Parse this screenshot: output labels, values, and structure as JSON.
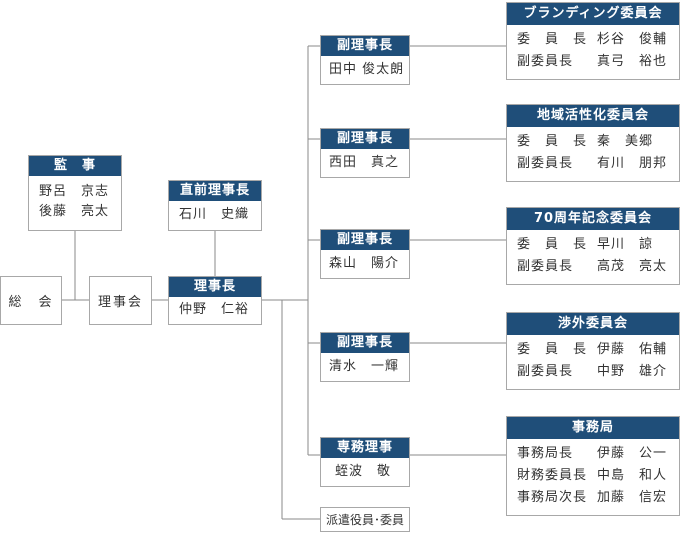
{
  "assembly": "総　会",
  "board": "理事会",
  "auditor": {
    "title": "監　事",
    "members": [
      "野呂　京志",
      "後藤　亮太"
    ]
  },
  "past_president": {
    "title": "直前理事長",
    "name": "石川　史織"
  },
  "president": {
    "title": "理事長",
    "name": "仲野　仁裕"
  },
  "vice_presidents": [
    {
      "title": "副理事長",
      "name": "田中 俊太朗"
    },
    {
      "title": "副理事長",
      "name": "西田　真之"
    },
    {
      "title": "副理事長",
      "name": "森山　陽介"
    },
    {
      "title": "副理事長",
      "name": "清水　一輝"
    }
  ],
  "executive_director": {
    "title": "専務理事",
    "name": "蛭波　敬"
  },
  "dispatched": "派遣役員･委員",
  "committees": [
    {
      "title": "ブランディング委員会",
      "rows": [
        {
          "role": "委　員　長",
          "name": "杉谷　俊輔"
        },
        {
          "role": "副委員長",
          "name": "真弓　裕也"
        }
      ]
    },
    {
      "title": "地域活性化委員会",
      "rows": [
        {
          "role": "委　員　長",
          "name": "秦　美郷"
        },
        {
          "role": "副委員長",
          "name": "有川　朋邦"
        }
      ]
    },
    {
      "title": "70周年記念委員会",
      "rows": [
        {
          "role": "委　員　長",
          "name": "早川　諒"
        },
        {
          "role": "副委員長",
          "name": "高茂　亮太"
        }
      ]
    },
    {
      "title": "渉外委員会",
      "rows": [
        {
          "role": "委　員　長",
          "name": "伊藤　佑輔"
        },
        {
          "role": "副委員長",
          "name": "中野　雄介"
        }
      ]
    },
    {
      "title": "事務局",
      "rows": [
        {
          "role": "事務局長",
          "name": "伊藤　公一"
        },
        {
          "role": "財務委員長",
          "name": "中島　和人"
        },
        {
          "role": "事務局次長",
          "name": "加藤　信宏"
        }
      ]
    }
  ]
}
